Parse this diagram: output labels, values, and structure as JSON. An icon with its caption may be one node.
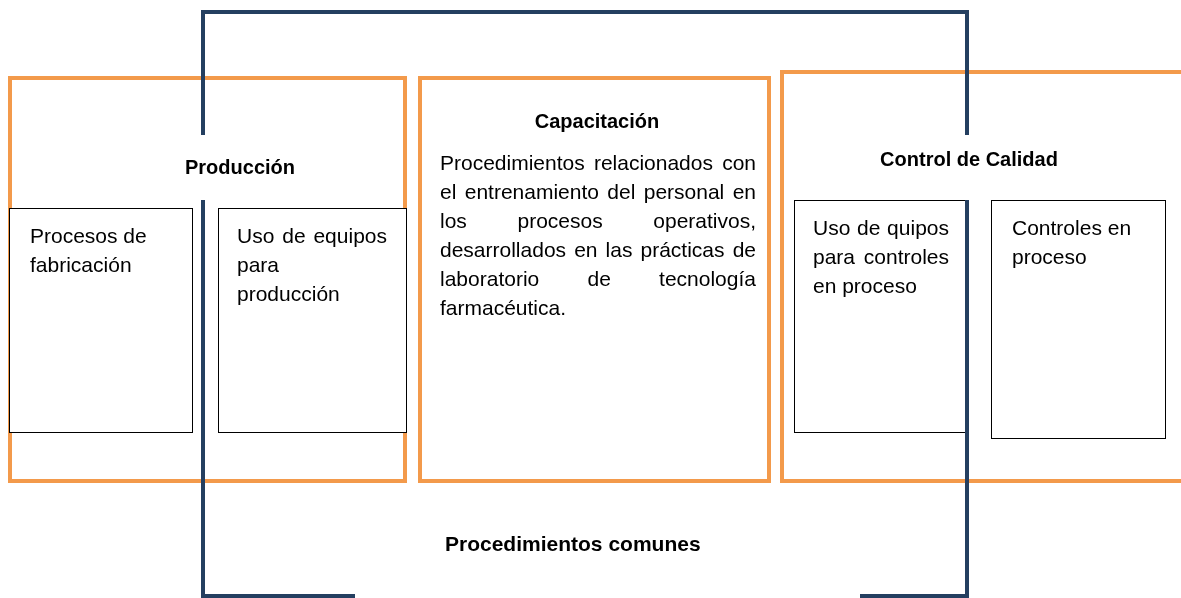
{
  "diagram": {
    "nodes": [
      {
        "text": [
          "Producción"
        ]
      },
      {
        "text": [
          "Procesos de fabricación"
        ],
        "in": 0
      },
      {
        "text": [
          "Uso de equipos para producción"
        ],
        "in": 0
      },
      {
        "text": [
          "Capacitación",
          "Procedimientos relacionados con el entrenamiento del personal en los procesos operativos, desarrollados en las prácticas de laboratorio de tecnología farmacéutica."
        ]
      },
      {
        "text": [
          "Control de Calidad"
        ]
      },
      {
        "text": [
          "Uso de quipos para controles en proceso"
        ],
        "in": 4
      },
      {
        "text": [
          "Controles en proceso"
        ],
        "in": 4
      }
    ],
    "labels": [
      "Procedimientos comunes"
    ]
  }
}
